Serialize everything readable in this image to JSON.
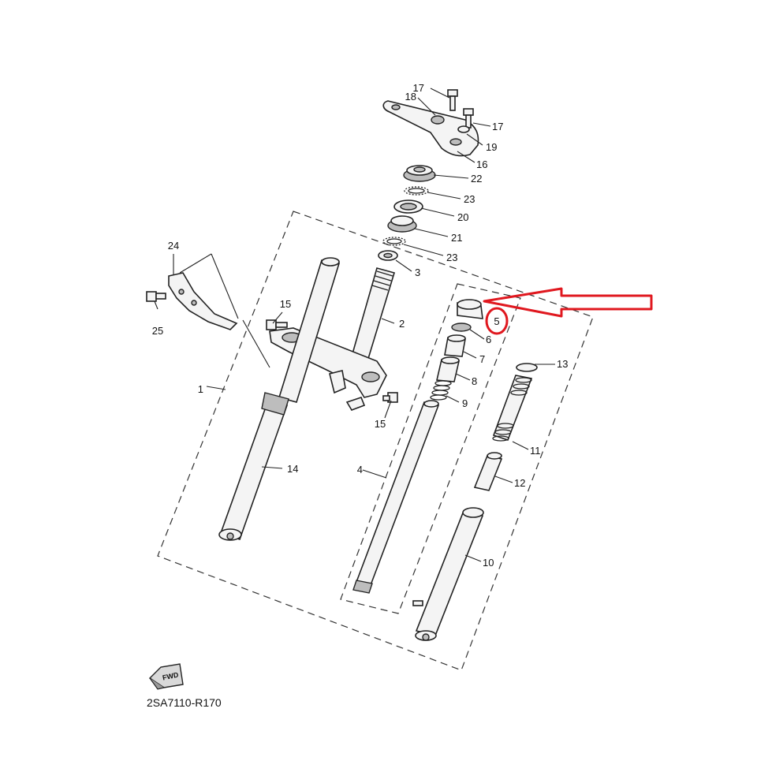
{
  "diagram_code": "2SA7110-R170",
  "fwd_label": "FWD",
  "highlight_color": "#e0181f",
  "callouts": {
    "c1": "1",
    "c2": "2",
    "c3": "3",
    "c4": "4",
    "c5": "5",
    "c6": "6",
    "c7": "7",
    "c8": "8",
    "c9": "9",
    "c10": "10",
    "c11": "11",
    "c12": "12",
    "c13": "13",
    "c14": "14",
    "c15a": "15",
    "c15b": "15",
    "c16": "16",
    "c17a": "17",
    "c17b": "17",
    "c18": "18",
    "c19": "19",
    "c20": "20",
    "c21": "21",
    "c22": "22",
    "c23a": "23",
    "c23b": "23",
    "c24": "24",
    "c25": "25"
  }
}
